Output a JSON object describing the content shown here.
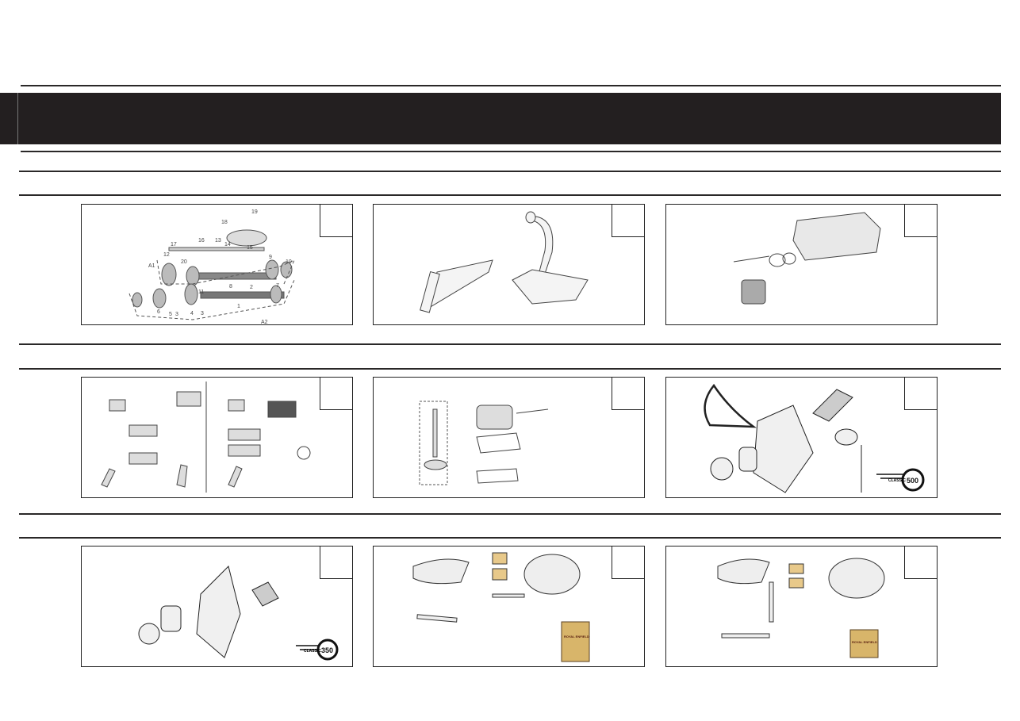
{
  "panels": [
    {
      "id": "transmission-gears",
      "callouts": [
        "19",
        "18",
        "17",
        "16",
        "13",
        "14",
        "15",
        "12",
        "20",
        "A1",
        "9",
        "10",
        "11",
        "8",
        "2",
        "7",
        "6",
        "5",
        "3",
        "4",
        "3",
        "1",
        "A2"
      ]
    },
    {
      "id": "exhaust-pipe"
    },
    {
      "id": "cylinder-head-carburettor"
    },
    {
      "id": "ignition-coils"
    },
    {
      "id": "carburettor-exploded"
    },
    {
      "id": "air-filter-500",
      "logo": {
        "text": "CLASSIC",
        "number": "500"
      }
    },
    {
      "id": "air-filter-350",
      "logo": {
        "text": "CLASSIC",
        "number": "350"
      }
    },
    {
      "id": "fuel-tank-1",
      "logo": {
        "text": "ROYAL ENFIELD"
      }
    },
    {
      "id": "fuel-tank-2",
      "logo": {
        "text": "ROYAL ENFIELD"
      }
    }
  ]
}
